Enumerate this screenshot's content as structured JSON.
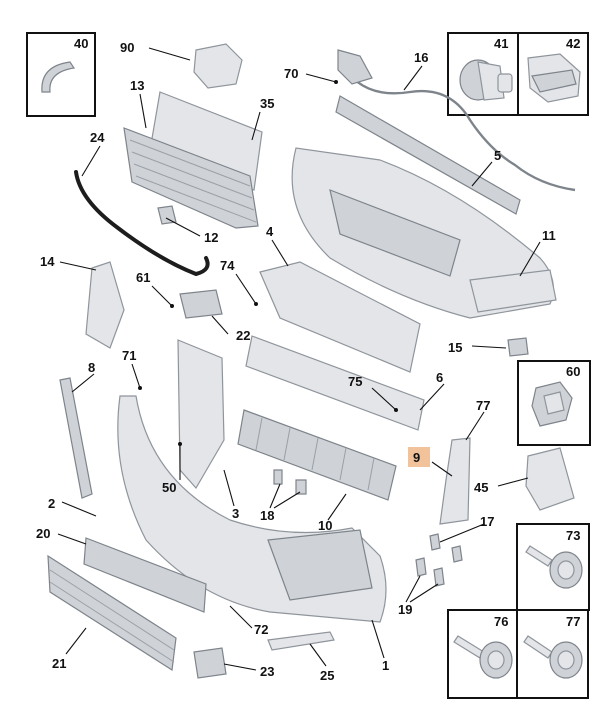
{
  "parts": [
    {
      "id": "p40",
      "label": "40"
    },
    {
      "id": "p90",
      "label": "90"
    },
    {
      "id": "p70",
      "label": "70"
    },
    {
      "id": "p16",
      "label": "16"
    },
    {
      "id": "p41",
      "label": "41"
    },
    {
      "id": "p42",
      "label": "42"
    },
    {
      "id": "p13",
      "label": "13"
    },
    {
      "id": "p35",
      "label": "35"
    },
    {
      "id": "p24",
      "label": "24"
    },
    {
      "id": "p5",
      "label": "5"
    },
    {
      "id": "p12",
      "label": "12"
    },
    {
      "id": "p4",
      "label": "4"
    },
    {
      "id": "p11",
      "label": "11"
    },
    {
      "id": "p14",
      "label": "14"
    },
    {
      "id": "p74",
      "label": "74"
    },
    {
      "id": "p61",
      "label": "61"
    },
    {
      "id": "p22",
      "label": "22"
    },
    {
      "id": "p15",
      "label": "15"
    },
    {
      "id": "p60",
      "label": "60"
    },
    {
      "id": "p8",
      "label": "8"
    },
    {
      "id": "p71",
      "label": "71"
    },
    {
      "id": "p75",
      "label": "75"
    },
    {
      "id": "p6",
      "label": "6"
    },
    {
      "id": "p77a",
      "label": "77"
    },
    {
      "id": "p9",
      "label": "9"
    },
    {
      "id": "p45",
      "label": "45"
    },
    {
      "id": "p50",
      "label": "50"
    },
    {
      "id": "p3",
      "label": "3"
    },
    {
      "id": "p18",
      "label": "18"
    },
    {
      "id": "p10",
      "label": "10"
    },
    {
      "id": "p2",
      "label": "2"
    },
    {
      "id": "p17",
      "label": "17"
    },
    {
      "id": "p73",
      "label": "73"
    },
    {
      "id": "p20",
      "label": "20"
    },
    {
      "id": "p19",
      "label": "19"
    },
    {
      "id": "p72",
      "label": "72"
    },
    {
      "id": "p76",
      "label": "76"
    },
    {
      "id": "p77b",
      "label": "77"
    },
    {
      "id": "p21",
      "label": "21"
    },
    {
      "id": "p1",
      "label": "1"
    },
    {
      "id": "p23",
      "label": "23"
    },
    {
      "id": "p25",
      "label": "25"
    }
  ],
  "colors": {
    "highlight": "#f2c29a",
    "part_fill": "#e3e5e8",
    "outline": "#111111"
  }
}
